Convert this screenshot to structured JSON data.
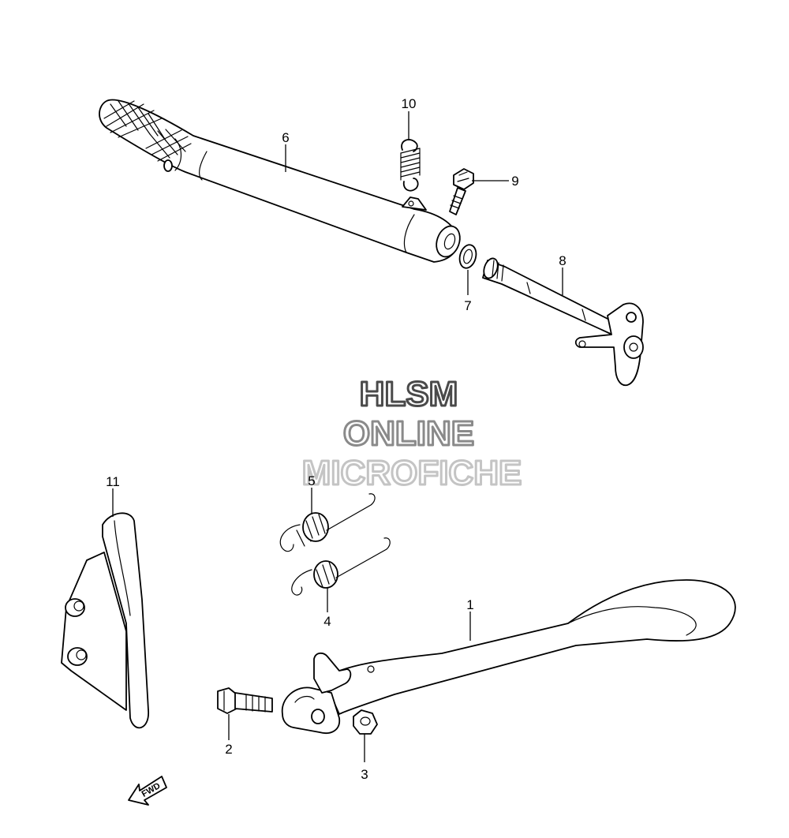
{
  "watermark": {
    "line1": "HLSM",
    "line2": "ONLINE",
    "line3": "MICROFICHE",
    "colors": {
      "line1": "#4a4a4a",
      "line2": "#8a8a8a",
      "line3": "#c4c4c4"
    }
  },
  "fwd_label": "FWD",
  "parts": [
    {
      "ref": "1",
      "part": "side-stand"
    },
    {
      "ref": "2",
      "part": "side-stand-bolt"
    },
    {
      "ref": "3",
      "part": "side-stand-nut"
    },
    {
      "ref": "4",
      "part": "side-stand-spring-inner"
    },
    {
      "ref": "5",
      "part": "side-stand-spring-outer"
    },
    {
      "ref": "6",
      "part": "gear-shift-lever"
    },
    {
      "ref": "7",
      "part": "washer"
    },
    {
      "ref": "8",
      "part": "gear-shift-shaft"
    },
    {
      "ref": "9",
      "part": "bolt"
    },
    {
      "ref": "10",
      "part": "return-spring"
    },
    {
      "ref": "11",
      "part": "side-stand-bracket"
    }
  ]
}
